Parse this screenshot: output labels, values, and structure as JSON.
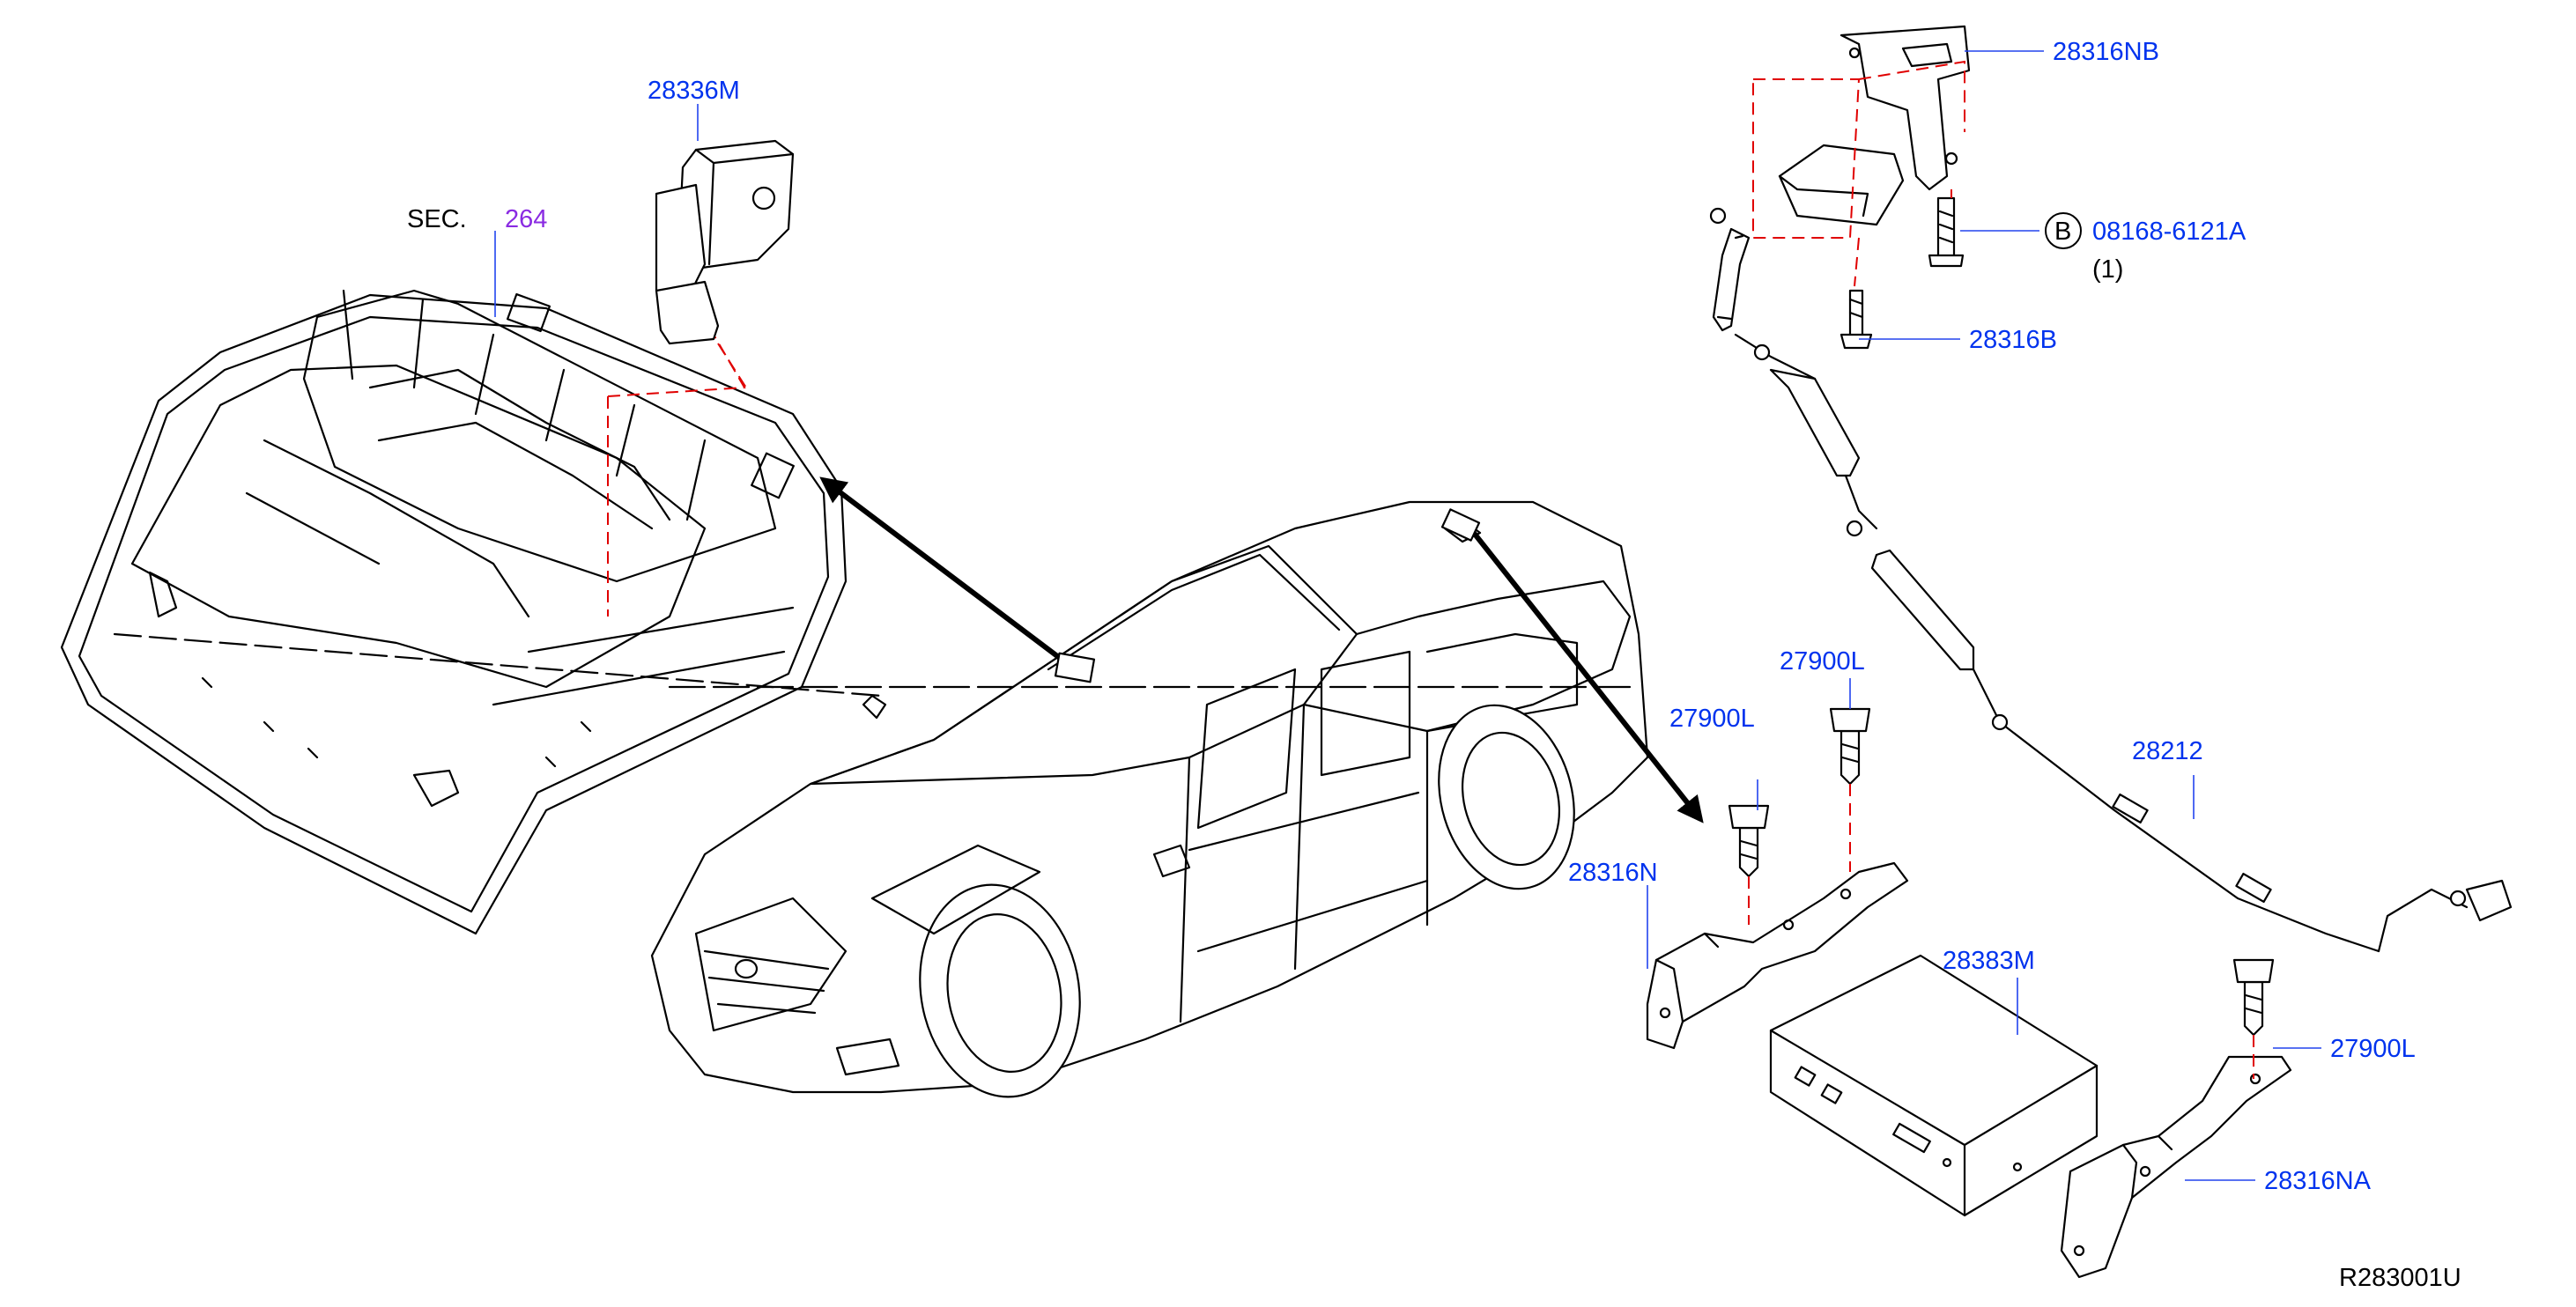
{
  "colors": {
    "part_number": "#0033ee",
    "section_number": "#8a2be2",
    "leader": "#2244ee",
    "hidden_line": "#e00000"
  },
  "labels": {
    "sec": "SEC.",
    "sec_number": "264",
    "p28336M": "28336M",
    "p28316NB": "28316NB",
    "p08168": "08168-6121A",
    "p08168_qty": "(1)",
    "bolt_marker": "B",
    "p28316B": "28316B",
    "p27900L_a": "27900L",
    "p27900L_b": "27900L",
    "p27900L_c": "27900L",
    "p28212": "28212",
    "p28316N": "28316N",
    "p28383M": "28383M",
    "p28316NA": "28316NA",
    "diagram_id": "R283001U"
  }
}
